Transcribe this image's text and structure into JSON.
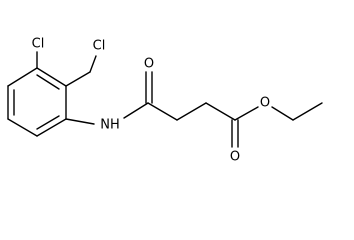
{
  "molecule": {
    "line_color": "#000000",
    "background": "#ffffff",
    "labels": {
      "cl_upper": "Cl",
      "cl_lower": "Cl",
      "amide_nh": "NH",
      "amide_o": "O",
      "ester_o_carbonyl": "O",
      "ester_o_ether": "O"
    }
  }
}
